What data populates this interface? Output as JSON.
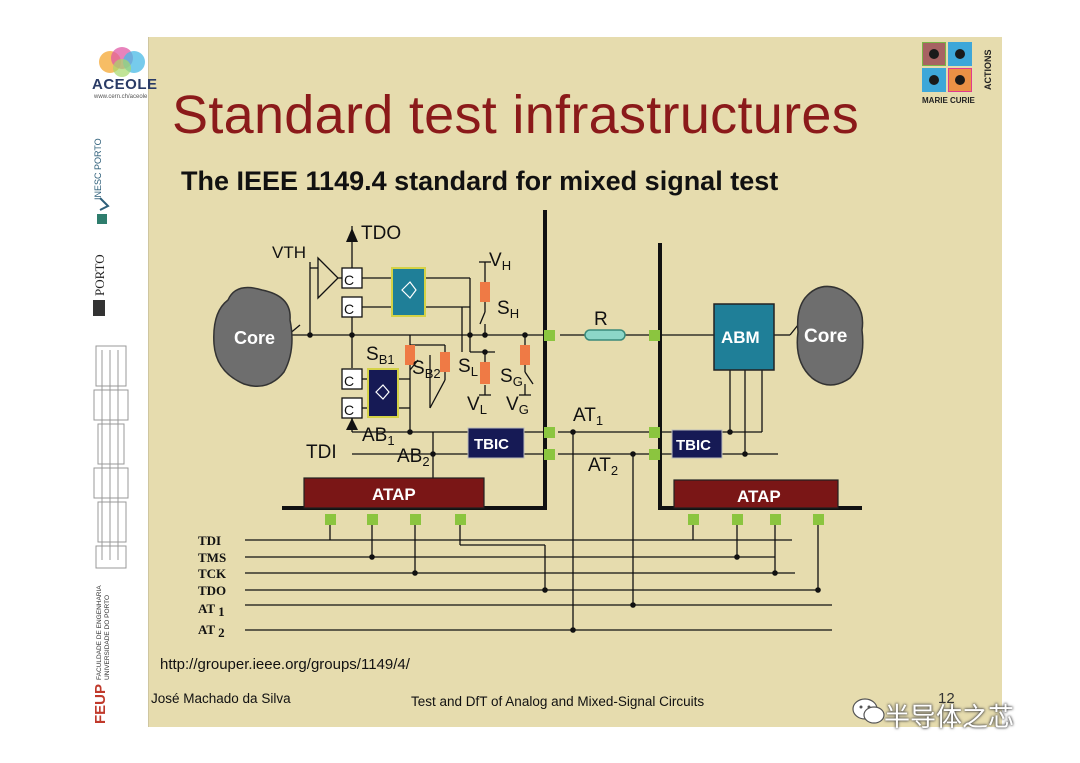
{
  "slide": {
    "title": "Standard test infrastructures",
    "subtitle": "The IEEE 1149.4 standard for mixed signal test",
    "url": "http://grouper.ieee.org/groups/1149/4/",
    "author": "José Machado da Silva",
    "course": "Test and DfT of Analog and Mixed-Signal Circuits",
    "page_number": "12"
  },
  "logos": {
    "aceole": "ACEOLE",
    "aceole_url": "www.cern.ch/aceole",
    "inesc": "INESC PORTO",
    "uporto": "PORTO",
    "feup": "FEUP",
    "feup_full": "FACULDADE DE ENGENHARIA UNIVERSIDADE DO PORTO",
    "marie_curie": "MARIE CURIE",
    "actions": "ACTIONS"
  },
  "watermark": "半导体之芯",
  "diagram": {
    "core_left": "Core",
    "core_right": "Core",
    "abm": "ABM",
    "tbic_left": "TBIC",
    "tbic_right": "TBIC",
    "atap_left": "ATAP",
    "atap_right": "ATAP",
    "resistor": "R",
    "tdo_top": "TDO",
    "vth": "VTH",
    "tdi": "TDI",
    "ab1": "AB",
    "ab1_sub": "1",
    "ab2": "AB",
    "ab2_sub": "2",
    "at1": "AT",
    "at1_sub": "1",
    "at2": "AT",
    "at2_sub": "2",
    "vh": "V",
    "vh_sub": "H",
    "sh": "S",
    "sh_sub": "H",
    "sl": "S",
    "sl_sub": "L",
    "vl": "V",
    "vl_sub": "L",
    "sg": "S",
    "sg_sub": "G",
    "vg": "V",
    "vg_sub": "G",
    "sb1": "S",
    "sb1_sub": "B1",
    "sb2": "S",
    "sb2_sub": "B2",
    "c": "C",
    "bus_labels": [
      "TDI",
      "TMS",
      "TCK",
      "TDO",
      "AT",
      "AT"
    ],
    "bus_subs": [
      "",
      "",
      "",
      "",
      "1",
      "2"
    ]
  }
}
